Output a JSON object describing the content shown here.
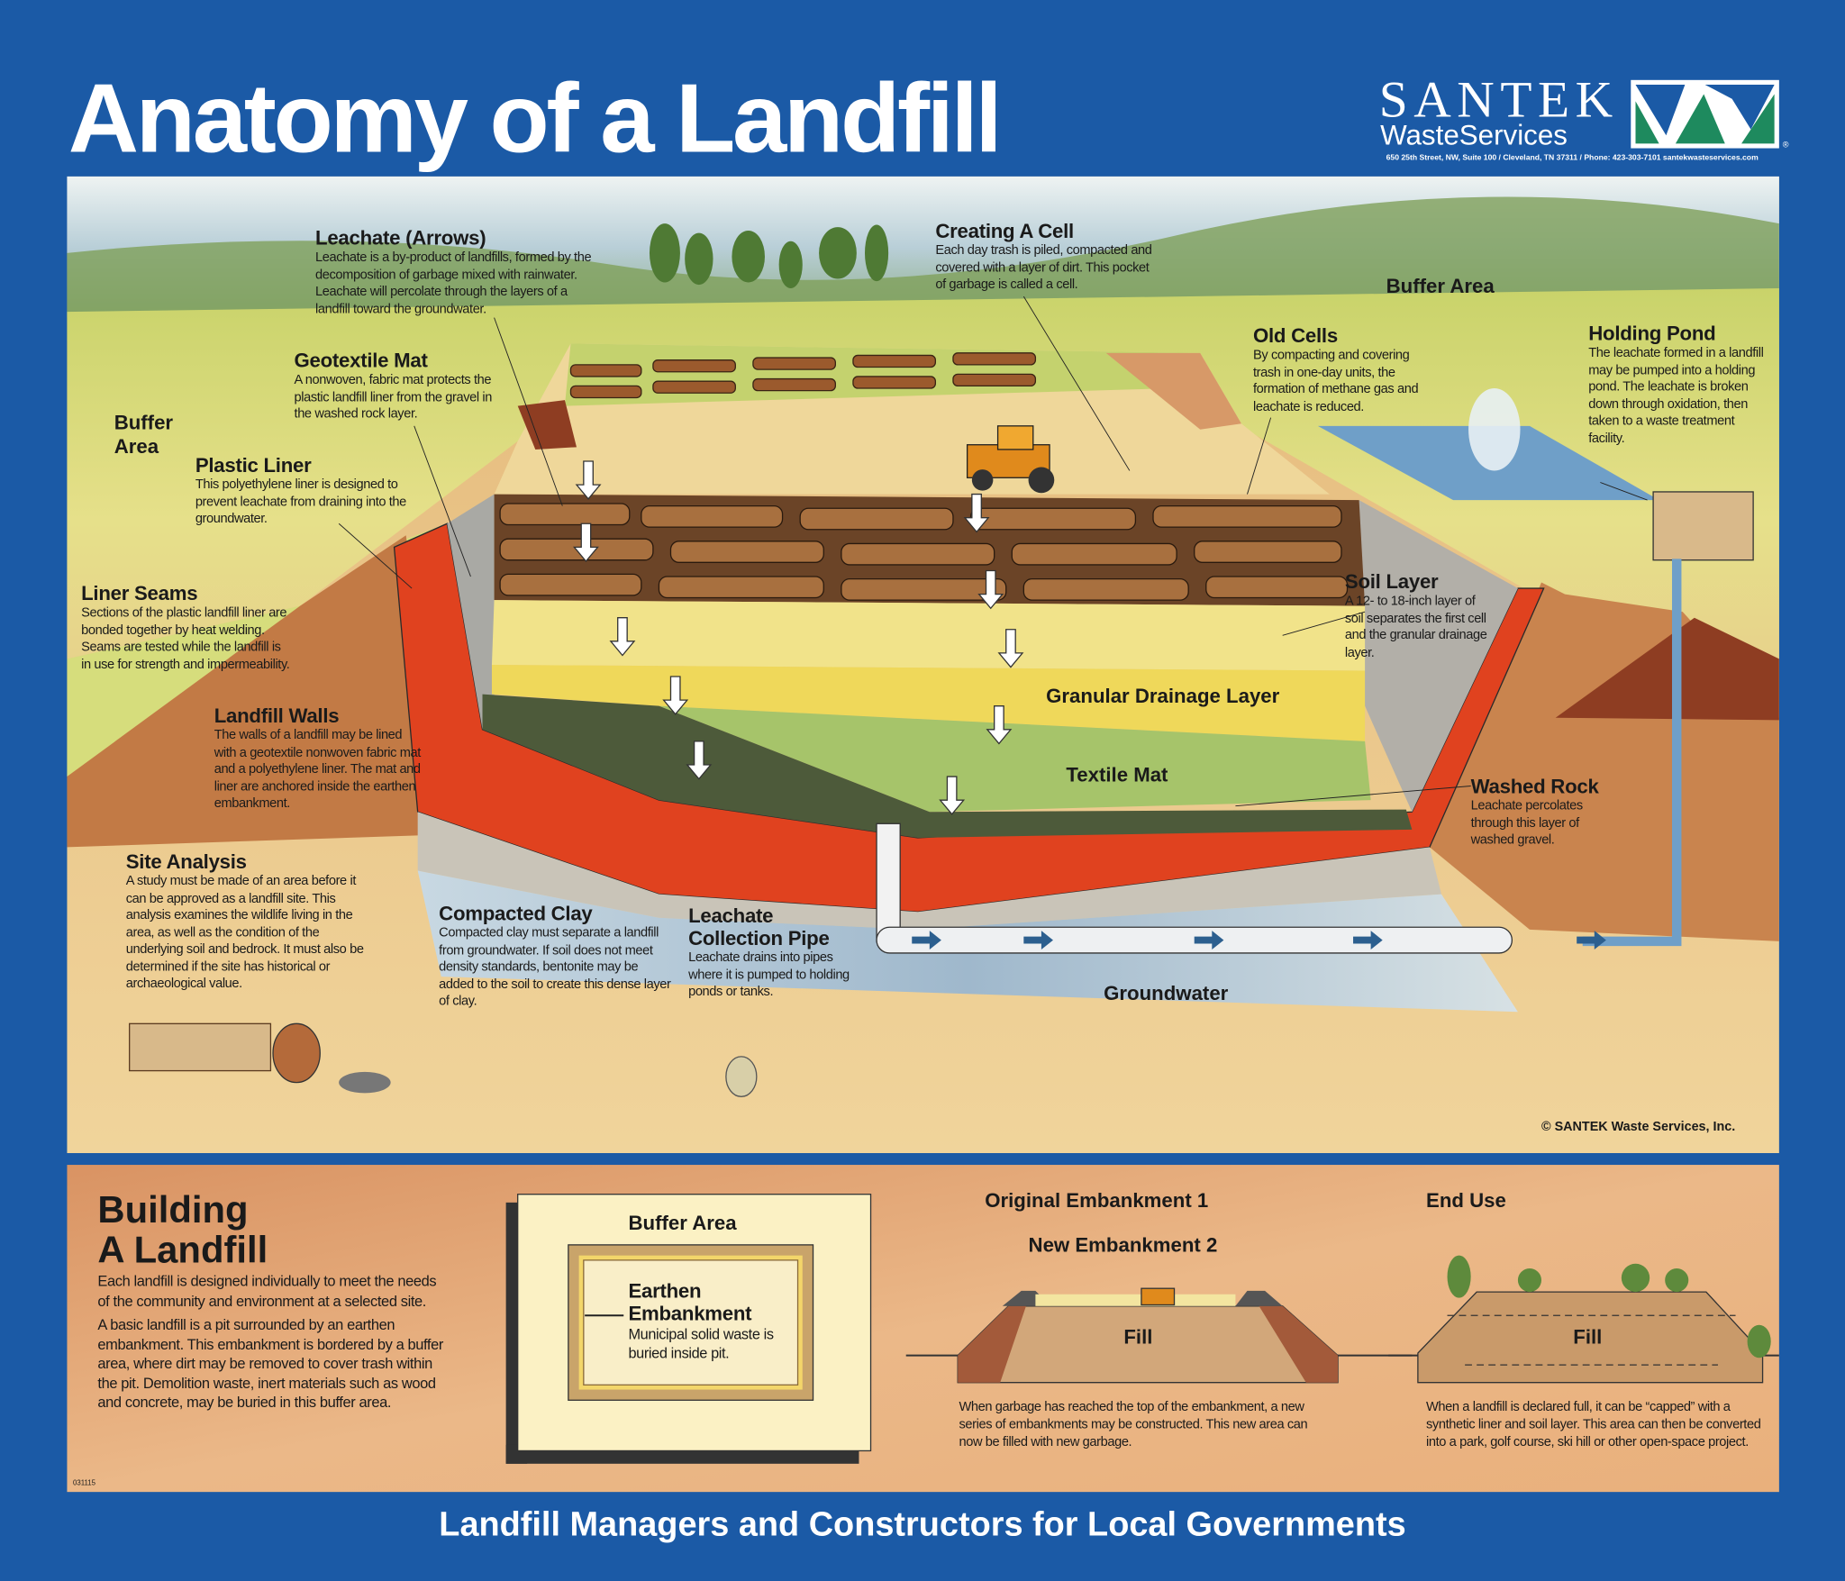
{
  "header": {
    "title": "Anatomy of a Landfill",
    "logo": {
      "brand": "SANTEK",
      "sub": "WasteServices",
      "registered": "®",
      "address": "650 25th Street, NW, Suite 100 / Cleveland, TN 37311 / Phone: 423-303-7101 santekwasteservices.com"
    }
  },
  "diagram": {
    "leachate_arrows": {
      "heading": "Leachate (Arrows)",
      "body": "Leachate is a by-product of landfills, formed by the decomposition of garbage mixed with rainwater. Leachate will percolate through the layers of a landfill toward the groundwater."
    },
    "geotextile_mat": {
      "heading": "Geotextile Mat",
      "body": "A nonwoven, fabric mat protects the plastic landfill liner from the gravel in the washed rock layer."
    },
    "buffer_area_left": "Buffer Area",
    "plastic_liner": {
      "heading": "Plastic Liner",
      "body": "This polyethylene liner is designed to prevent leachate from draining into the groundwater."
    },
    "liner_seams": {
      "heading": "Liner Seams",
      "body": "Sections of the plastic landfill liner are bonded together by heat welding. Seams are tested while the landfill is in use for strength and impermeability."
    },
    "landfill_walls": {
      "heading": "Landfill Walls",
      "body": "The walls of a landfill may be lined with a geotextile nonwoven fabric mat and a polyethylene liner. The mat and liner are anchored inside the earthen embankment."
    },
    "site_analysis": {
      "heading": "Site Analysis",
      "body": "A study must be made of an area before it can be approved as a landfill site. This analysis examines the wildlife living in the area, as well as the condition of the underlying soil and bedrock. It must also be determined if the site has historical or archaeological value."
    },
    "compacted_clay": {
      "heading": "Compacted Clay",
      "body": "Compacted clay must separate a landfill from groundwater. If soil does not meet density standards, bentonite may be added to the soil to create this dense layer of clay."
    },
    "collection_pipe": {
      "heading": "Leachate Collection Pipe",
      "body": "Leachate drains into pipes where it is pumped to holding ponds or tanks."
    },
    "groundwater": "Groundwater",
    "creating_cell": {
      "heading": "Creating A Cell",
      "body": "Each day trash is piled, compacted and covered with a layer of dirt. This pocket of garbage is called a cell."
    },
    "buffer_area_top": "Buffer Area",
    "old_cells": {
      "heading": "Old Cells",
      "body": "By compacting and covering trash in one-day units, the formation of methane gas and leachate is reduced."
    },
    "holding_pond": {
      "heading": "Holding Pond",
      "body": "The leachate formed in a landfill may be pumped into a holding pond. The leachate is broken down through oxidation, then taken to a waste treatment facility."
    },
    "soil_layer": {
      "heading": "Soil Layer",
      "body": "A 12- to 18-inch layer of soil separates the first cell and the granular drainage layer."
    },
    "granular_drainage": "Granular Drainage Layer",
    "textile_mat": "Textile Mat",
    "washed_rock": {
      "heading": "Washed Rock",
      "body": "Leachate percolates through this layer of washed gravel."
    },
    "copyright": "© SANTEK Waste Services, Inc."
  },
  "building": {
    "heading_1": "Building",
    "heading_2": "A Landfill",
    "para_1": "Each landfill is designed individually to meet the needs of the community and environment at a selected site.",
    "para_2": "A basic landfill is a pit surrounded by an earthen embankment. This embankment is bordered by a buffer area, where dirt may be removed to cover trash within the pit. Demolition waste, inert materials such as wood and concrete, may be buried in this buffer area.",
    "code": "031115",
    "plan": {
      "buffer_label": "Buffer Area",
      "embankment_heading": "Earthen Embankment",
      "embankment_body": "Municipal solid waste is buried inside pit."
    },
    "expansion": {
      "original_label": "Original Embankment 1",
      "new_label": "New Embankment 2",
      "fill_label": "Fill",
      "caption": "When garbage has reached the top of the embankment, a new series of embankments may be constructed. This new area can now be filled with new garbage."
    },
    "end_use": {
      "heading": "End Use",
      "fill_label": "Fill",
      "caption": "When a landfill is declared full, it can be “capped” with a synthetic liner and soil layer. This area can then be converted into a park, golf course, ski hill or other open-space project."
    }
  },
  "footer": {
    "tagline": "Landfill Managers and Constructors for Local Governments"
  },
  "colors": {
    "brand_blue": "#1b5aa6",
    "logo_green": "#1e8a5e",
    "liner_red": "#e0421f"
  }
}
